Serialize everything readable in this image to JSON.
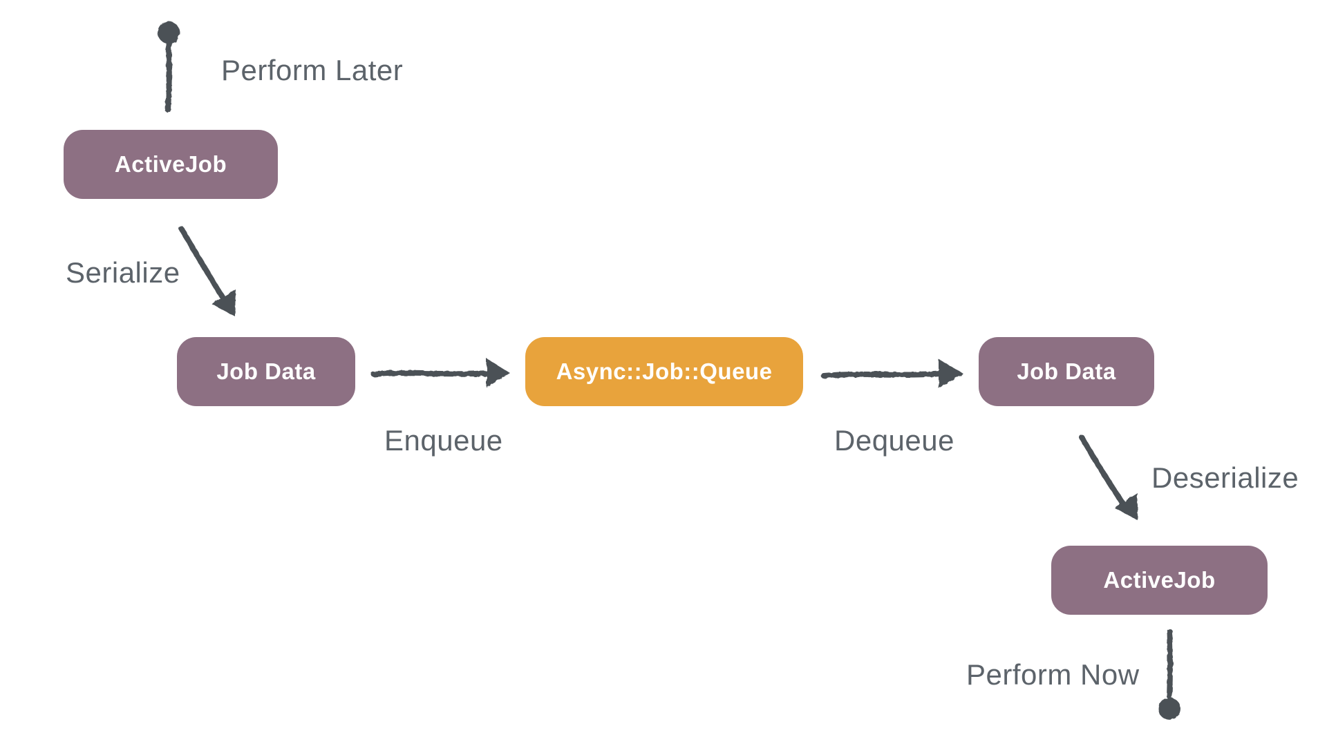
{
  "diagram": {
    "colors": {
      "node_purple": "#8d7083",
      "node_orange": "#e8a33c",
      "node_text": "#ffffff",
      "label_gray": "#5c636a",
      "ink": "#4b5157",
      "background": "#ffffff"
    },
    "nodes": [
      {
        "id": "activejob-1",
        "label": "ActiveJob",
        "color_role": "purple"
      },
      {
        "id": "job-data-1",
        "label": "Job Data",
        "color_role": "purple"
      },
      {
        "id": "async-queue",
        "label": "Async::Job::Queue",
        "color_role": "orange"
      },
      {
        "id": "job-data-2",
        "label": "Job Data",
        "color_role": "purple"
      },
      {
        "id": "activejob-2",
        "label": "ActiveJob",
        "color_role": "purple"
      }
    ],
    "edge_labels": [
      {
        "id": "perform-later",
        "text": "Perform Later"
      },
      {
        "id": "serialize",
        "text": "Serialize"
      },
      {
        "id": "enqueue",
        "text": "Enqueue"
      },
      {
        "id": "dequeue",
        "text": "Dequeue"
      },
      {
        "id": "deserialize",
        "text": "Deserialize"
      },
      {
        "id": "perform-now",
        "text": "Perform Now"
      }
    ]
  }
}
